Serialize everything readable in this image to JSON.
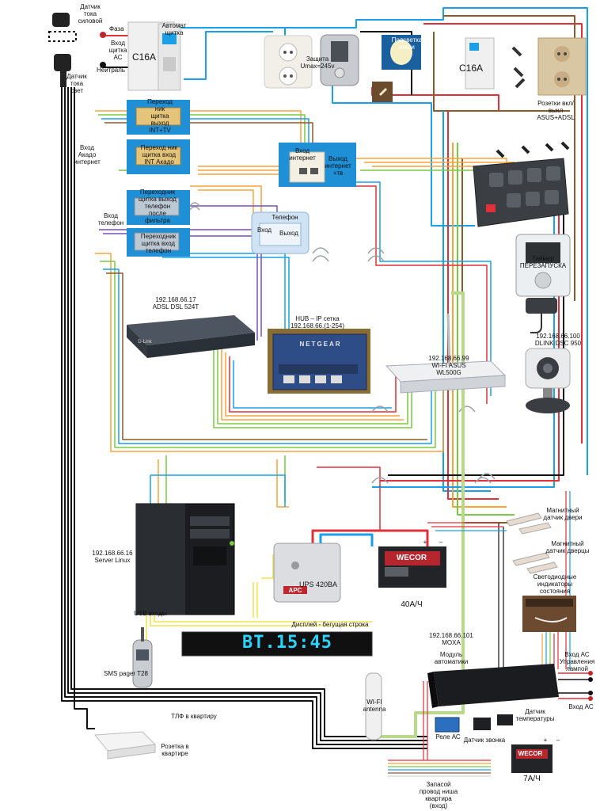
{
  "labels": {
    "sensor_power": "Датчик\nтока\nсиловой",
    "sensor_light": "Датчик\nтока\nсвет",
    "phase": "Фаза",
    "input_ac": "Вход\nщитка\nАС",
    "neutral": "Нейтраль",
    "breaker_top": "Автомат\nщитка",
    "c16a_left": "C16A",
    "protection": "Защита\nUmax=245v",
    "nish_light": "Подсветка\nниши",
    "c16a_right": "C16A",
    "sockets": "Розетки вкл/\nвыкл\nASUS+ADSL",
    "transition_int_tv": "Переход\nник\nщитка\nвыход\nINT+TV",
    "input_akado": "Вход\nАкадо\nинтернет",
    "transition_akado": "Переход ник\nщитка вход\nINT Акадо",
    "outlet_box": "Вход\nинтернет",
    "outlet_box_out": "Выход\nинтернет\n+тв",
    "transition_phone_out": "Переходник\nщитка выход\nтелефон\nпосле\nфильтра",
    "input_phone": "Вход\nтелефон",
    "transition_phone_in": "Переходник\nщитка вход\nтелефон",
    "phone": "Телефон",
    "filter_in": "Вход",
    "filter_out": "Выход",
    "adsl": "192.168.66.17\nADSL DSL 524T",
    "hub": "HUB – IP сетка\n192.168.66.(1-254)",
    "wifi": "192.168.66.99\nWI-FI ASUS\nWL500G",
    "timer": "Таймер\nПЕРЕЗАПУСКА",
    "camera": "192.168.66.100\nDLINK DSC 950",
    "server": "192.168.66.16\nServer Linux",
    "usb": "USB входы",
    "ups": "UPS 420BA",
    "battery_big": "40А/Ч",
    "magnet_door": "Магнитный\nдатчик двери",
    "magnet_small_door": "Магнитный\nдатчик дверцы",
    "led_indicators": "Светодиодные\nиндикаторы\nсостояния",
    "display": "Дисплей - бегущая строка",
    "display_text": "BT.15:45",
    "moxa": "192.168.66.101\nMOXA",
    "module": "Модуль\nавтоматики",
    "input_ac_lamp": "Вход АС\nУправления\nлампой",
    "input_ac_right": "Вход АС",
    "temp_sensor": "Датчик\nтемпературы",
    "relay": "Реле АС",
    "bell_sensor": "Датчик звонка",
    "battery_small": "7А/Ч",
    "sms_pager": "SMS pager T28",
    "wifi_antenna": "WI-FI\nantenna",
    "tlf": "ТЛФ в квартиру",
    "socket_apartment": "Розетка в\nквартире",
    "spare_wire": "Запасой\nпровод ниша\nквартира\n(вход)",
    "netgear": "NETGEAR",
    "wecor": "WECOR",
    "apc": "APC",
    "dlink": "D-Link",
    "plus": "+",
    "minus": "–"
  },
  "colors": {
    "blue": "#1aa0e8",
    "red": "#e0303a",
    "green": "#7ac943",
    "orange": "#f7a33a",
    "purple": "#7b4fb6",
    "brown": "#8a5a2b",
    "black": "#111111",
    "lightgreen": "#b8d98a",
    "gray": "#9aa0a6",
    "led_cyan": "#2bd3ff"
  }
}
